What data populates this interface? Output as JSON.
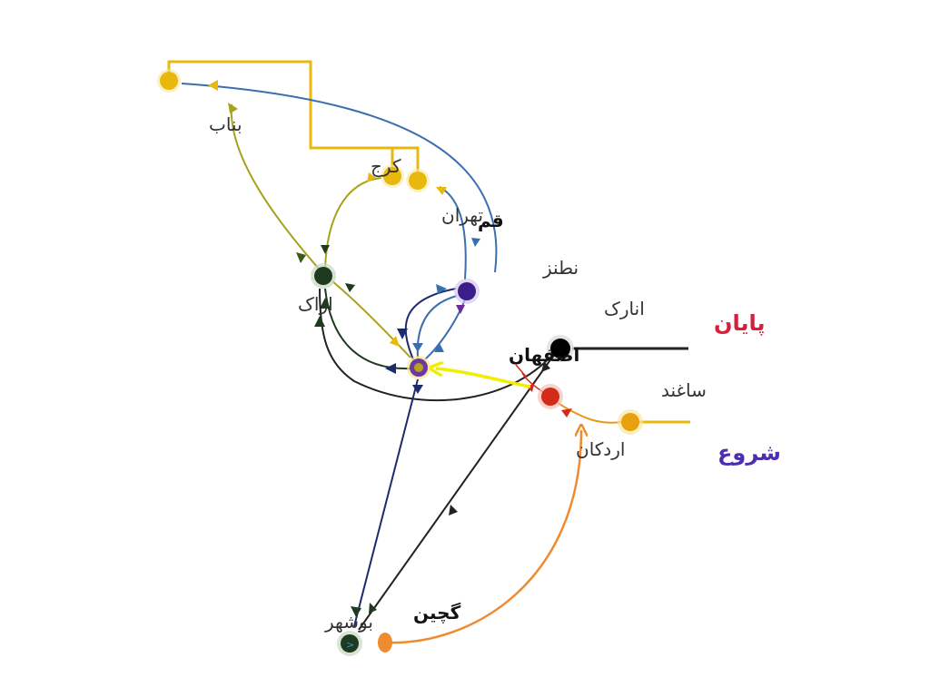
{
  "labels": {
    "bonab": "بناب",
    "karaj": "کرج",
    "tehran": "تهران",
    "qom": "قم",
    "natanz": "نطنز",
    "arak": "اراک",
    "isfahan": "اصفهان",
    "anarak": "انارک",
    "saghand": "ساغند",
    "ardakan": "اردکان",
    "bushehr": "بوشهر",
    "gachin": "گچین",
    "end": "پایان",
    "start": "شروع"
  },
  "colors": {
    "end_label": "#d61f3a",
    "start_label": "#4b2fb0",
    "yellow_line": "#e8b80c",
    "olive_line": "#a6a21c",
    "blue_line": "#3a6fae",
    "navy_line": "#1e2a6e",
    "black_line": "#222222",
    "orange_line": "#f08a2e",
    "highlight_arrow": "#f2ee00",
    "node_yellow": "#e8b80c",
    "node_dark_green": "#1f3a1f",
    "node_purple": "#3a1f8a",
    "node_black": "#000000",
    "node_red": "#d42a1a",
    "node_orange": "#f08a2e"
  }
}
